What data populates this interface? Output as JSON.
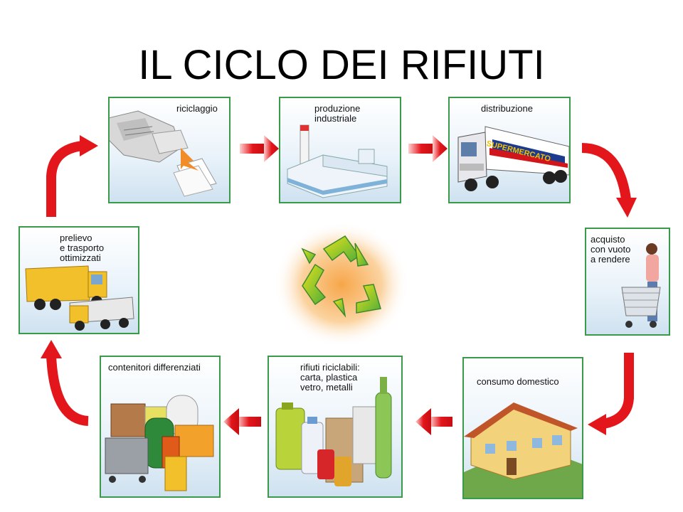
{
  "title": "IL CICLO DEI RIFIUTI",
  "stages": {
    "riciclaggio": "riciclaggio",
    "produzione": "produzione\nindustriale",
    "distribuzione": "distribuzione",
    "acquisto": "acquisto\ncon vuoto\na rendere",
    "consumo": "consumo domestico",
    "rifiuti": "rifiuti riciclabili:\ncarta, plastica\nvetro, metalli",
    "contenitori": "contenitori differenziati",
    "prelievo": "prelievo\ne trasporto ottimizzati"
  },
  "truck_sign": "SUPERMERCATO",
  "colors": {
    "panel_border": "#3a9a4a",
    "arrow": "#e3161b",
    "recycle_green": "#8cc63f",
    "recycle_yellow": "#e8e21a"
  }
}
